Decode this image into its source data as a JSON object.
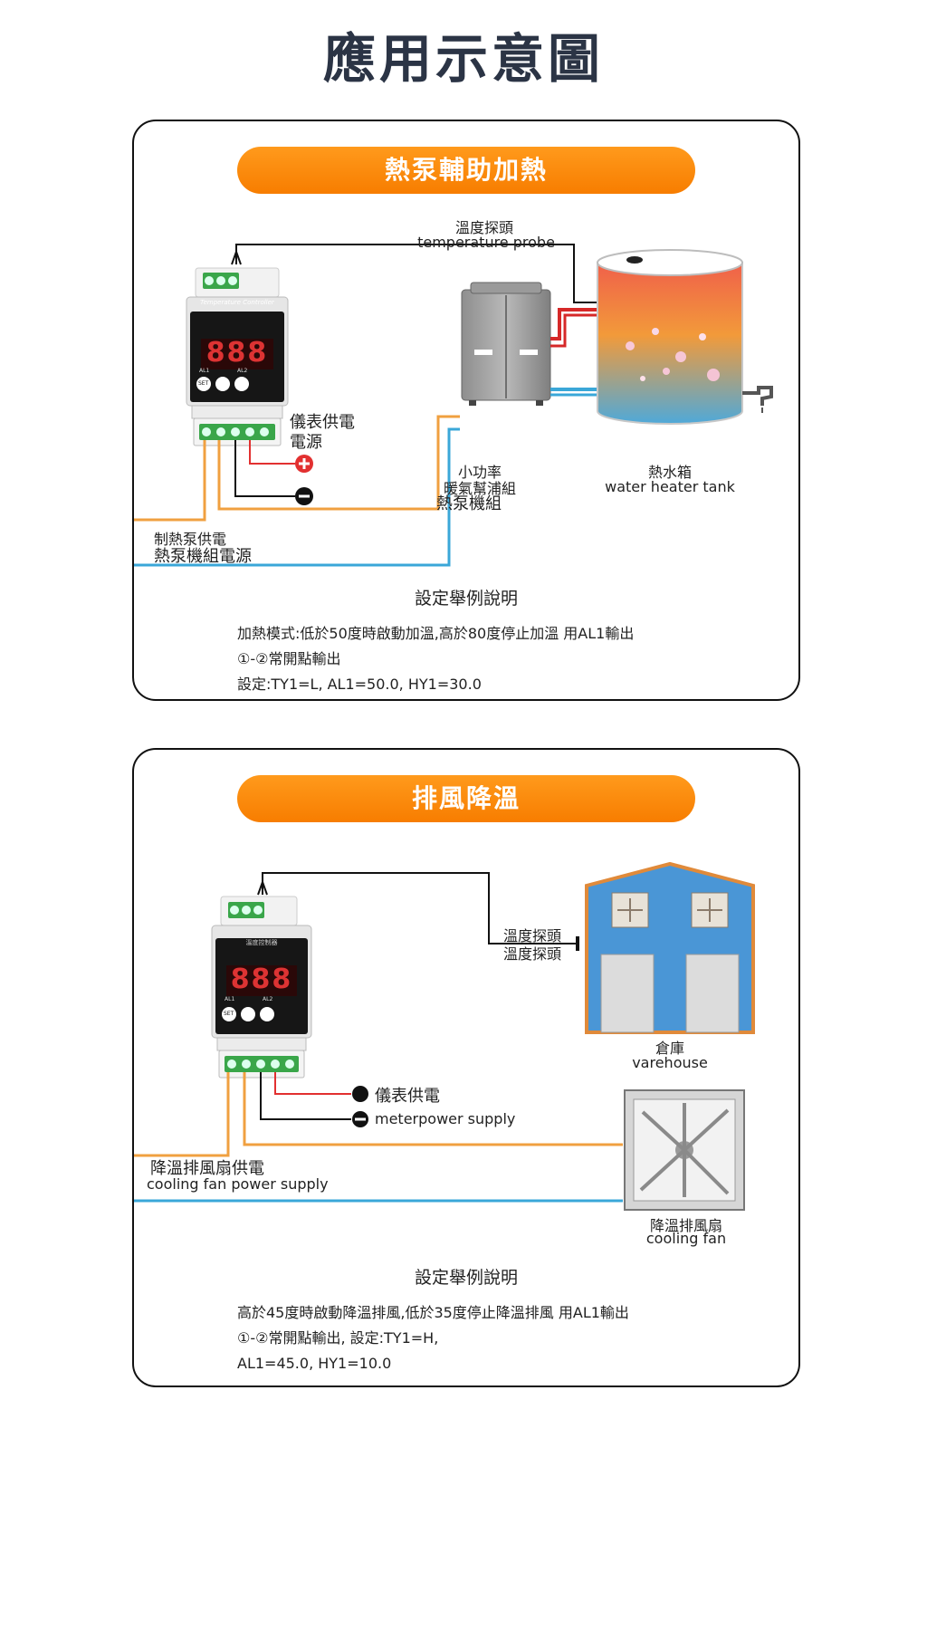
{
  "page": {
    "title": "應用示意圖"
  },
  "panel1": {
    "banner": "熱泵輔助加熱",
    "probe_cn": "溫度探頭",
    "probe_en": "temperature probe",
    "controller_face": "Temperature Controller",
    "display": "888",
    "al1": "AL1",
    "al2": "AL2",
    "set": "SET",
    "power_cn_1": "儀表供電",
    "power_cn_2": "電源",
    "heatpump_1": "小功率",
    "heatpump_2": "暖氣幫浦組",
    "heatpump_3": "熱泵機組",
    "tank_cn": "熱水箱",
    "tank_en": "water heater tank",
    "supply_1": "制熱泵供電",
    "supply_2": "熱泵機組電源",
    "heading": "設定舉例說明",
    "desc": [
      "加熱模式:低於50度時啟動加溫,高於80度停止加溫 用AL1輸出",
      "①-②常開點輸出",
      "設定:TY1=L, AL1=50.0, HY1=30.0"
    ]
  },
  "panel2": {
    "banner": "排風降溫",
    "controller_face": "溫度控制器",
    "display": "888",
    "al1": "AL1",
    "al2": "AL2",
    "set": "SET",
    "probe_1": "溫度探頭",
    "probe_2": "溫度探頭",
    "warehouse_cn": "倉庫",
    "warehouse_en": "varehouse",
    "power_cn": "儀表供電",
    "power_en": "meterpower supply",
    "fan_supply_cn": "降溫排風扇供電",
    "fan_supply_en": "cooling fan power supply",
    "fan_cn": "降溫排風扇",
    "fan_en": "cooling fan",
    "heading": "設定舉例說明",
    "desc": [
      "高於45度時啟動降溫排風,低於35度停止降溫排風 用AL1輸出",
      "①-②常開點輸出, 設定:TY1=H,",
      "AL1=45.0, HY1=10.0"
    ]
  },
  "colors": {
    "banner_orange": "#f77d00",
    "wire_orange": "#f0a040",
    "wire_blue": "#3aa7d8",
    "wire_red": "#e23030",
    "terminal_green": "#3aa64a"
  }
}
